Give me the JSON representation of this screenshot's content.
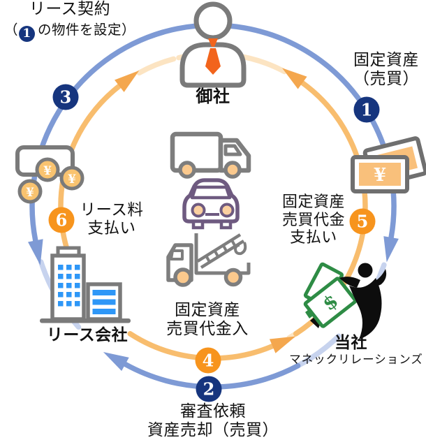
{
  "colors": {
    "navy_badge": "#16357e",
    "orange_badge": "#f7941d",
    "arc_blue": "#7e9ad5",
    "arc_blue_faded": "#c7d3ee",
    "arc_orange": "#f8bd6e",
    "arc_orange_arrow": "#f4a74e",
    "arc_orange_faded": "#fce4c2",
    "icon_gray": "#7a7a7a",
    "window_blue": "#2e97f7",
    "tie_orange": "#f2641c",
    "money_green": "#2e8c45",
    "bill_orange": "#f9c07b"
  },
  "glyphs": {
    "yen": "¥",
    "dollar": "$"
  },
  "nodes": {
    "your_company": "御社",
    "lease_company": "リース会社",
    "our_company": "当社",
    "our_company_sub": "マネックリレーションズ"
  },
  "steps": {
    "s1": {
      "line1": "固定資産",
      "line2": "（売買）"
    },
    "s2": {
      "line1": "審査依頼",
      "line2": "資産売却（売買）"
    },
    "s3": {
      "line1": "リース契約",
      "line2_open": "（",
      "line2_rest": "の物件を設定）"
    },
    "s4": {
      "line1": "固定資産",
      "line2": "売買代金入"
    },
    "s5": {
      "line1": "固定資産",
      "line2": "売買代金",
      "line3": "支払い"
    },
    "s6": {
      "line1": "リース料",
      "line2": "支払い"
    }
  },
  "badges": {
    "b1": "1",
    "b2": "2",
    "b3": "3",
    "b4": "4",
    "b5": "5",
    "b6": "6",
    "inline1": "1"
  }
}
